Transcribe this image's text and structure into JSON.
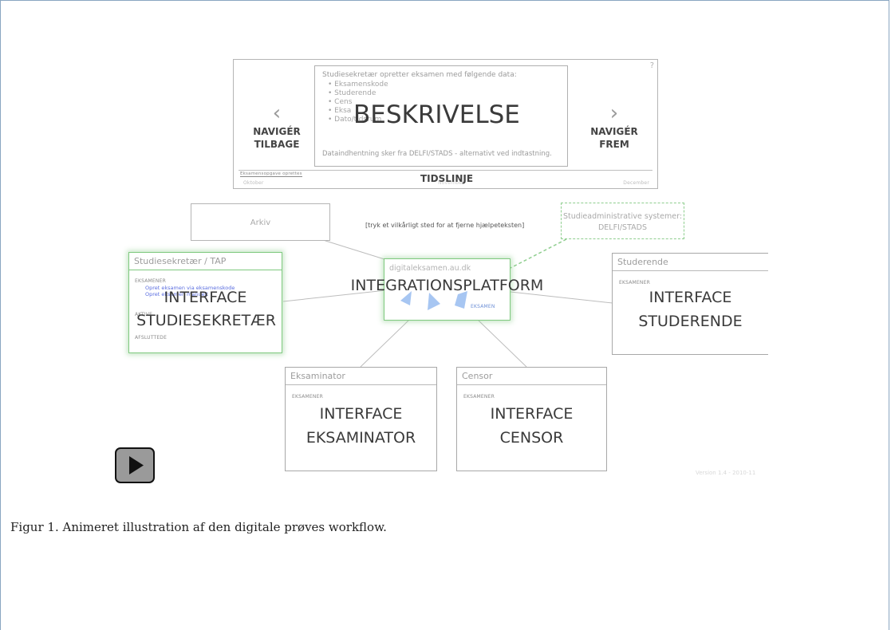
{
  "caption": "Figur 1. Animeret illustration af den digitale prøves workflow.",
  "diagram": {
    "help_mark": "?",
    "nav_back": {
      "arrow": "‹",
      "line1": "NAVIGÉR",
      "line2": "TILBAGE"
    },
    "nav_forward": {
      "arrow": "›",
      "line1": "NAVIGÉR",
      "line2": "FREM"
    },
    "description": {
      "intro": "Studiesekretær opretter eksamen med følgende data:",
      "items": [
        "Eksamenskode",
        "Studerende",
        "Censor",
        "Eksaminator",
        "Dato/tidsrum"
      ],
      "items_visible": [
        "Eksamenskode",
        "Studerende",
        "Cens",
        "Eksa",
        "Dato/tidsrum"
      ],
      "title": "BESKRIVELSE",
      "footer": "Dataindhentning sker fra DELFI/STADS - alternativt ved indtastning."
    },
    "timeline": {
      "title": "TIDSLINJE",
      "event": "Eksamensopgave oprettes",
      "month_left": "Oktober",
      "month_mid": "November",
      "month_right": "December"
    },
    "archive": "Arkiv",
    "hint": "[tryk et vilkårligt sted for at fjerne hjælpeteksten]",
    "external": {
      "line1": "Studieadministrative systemer:",
      "line2": "DELFI/STADS"
    },
    "platform": {
      "url": "digitaleksamen.au.dk",
      "title": "INTEGRATIONSPLATFORM",
      "logo": "EKSAMEN"
    },
    "secretary": {
      "header": "Studiesekretær / TAP",
      "section1": "EKSAMENER",
      "link1": "Opret eksamen via eksamenskode",
      "link2": "Opret eksamen manuelt",
      "section2": "AKTIVE",
      "section3": "AFSLUTTEDE",
      "title1": "INTERFACE",
      "title2": "STUDIESEKRETÆR"
    },
    "student": {
      "header": "Studerende",
      "section": "EKSAMENER",
      "title1": "INTERFACE",
      "title2": "STUDERENDE"
    },
    "examiner": {
      "header": "Eksaminator",
      "section": "EKSAMENER",
      "title1": "INTERFACE",
      "title2": "EKSAMINATOR"
    },
    "censor": {
      "header": "Censor",
      "section": "EKSAMENER",
      "title1": "INTERFACE",
      "title2": "CENSOR"
    },
    "version": "Version 1.4 - 2010-11"
  },
  "player": {
    "play_icon": "play-icon"
  },
  "colors": {
    "frame_border": "#8aa6c1",
    "highlight_green": "#7fc97f",
    "link_blue": "#5b6ee0"
  }
}
